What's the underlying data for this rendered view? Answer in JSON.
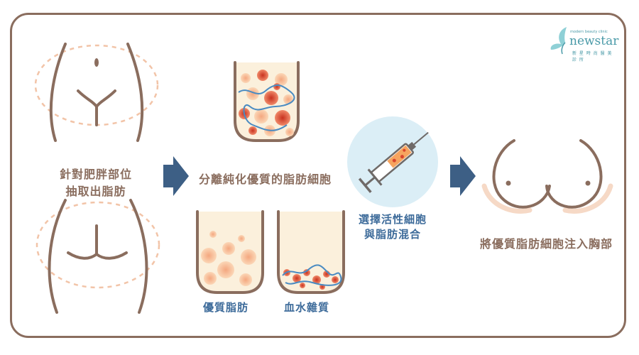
{
  "labels": {
    "step1_line1": "針對肥胖部位",
    "step1_line2": "抽取出脂肪",
    "step2": "分離純化優質的脂肪細胞",
    "tube_left": "優質脂肪",
    "tube_right": "血水雜質",
    "step3_line1": "選擇活性細胞",
    "step3_line2": "與脂肪混合",
    "step4": "將優質脂肪細胞注入胸部"
  },
  "logo": {
    "brand": "newstar",
    "tagline": "modern beauty clinic",
    "sub": "新 星 時 尚 醫 美 診 所"
  },
  "colors": {
    "outline": "#8a6d5e",
    "arrow": "#3d5f85",
    "fat_light": "#f7c79c",
    "fat_red": "#d9452e",
    "vessel": "#4a8bc2",
    "syringe_bg": "#dbeef6"
  }
}
